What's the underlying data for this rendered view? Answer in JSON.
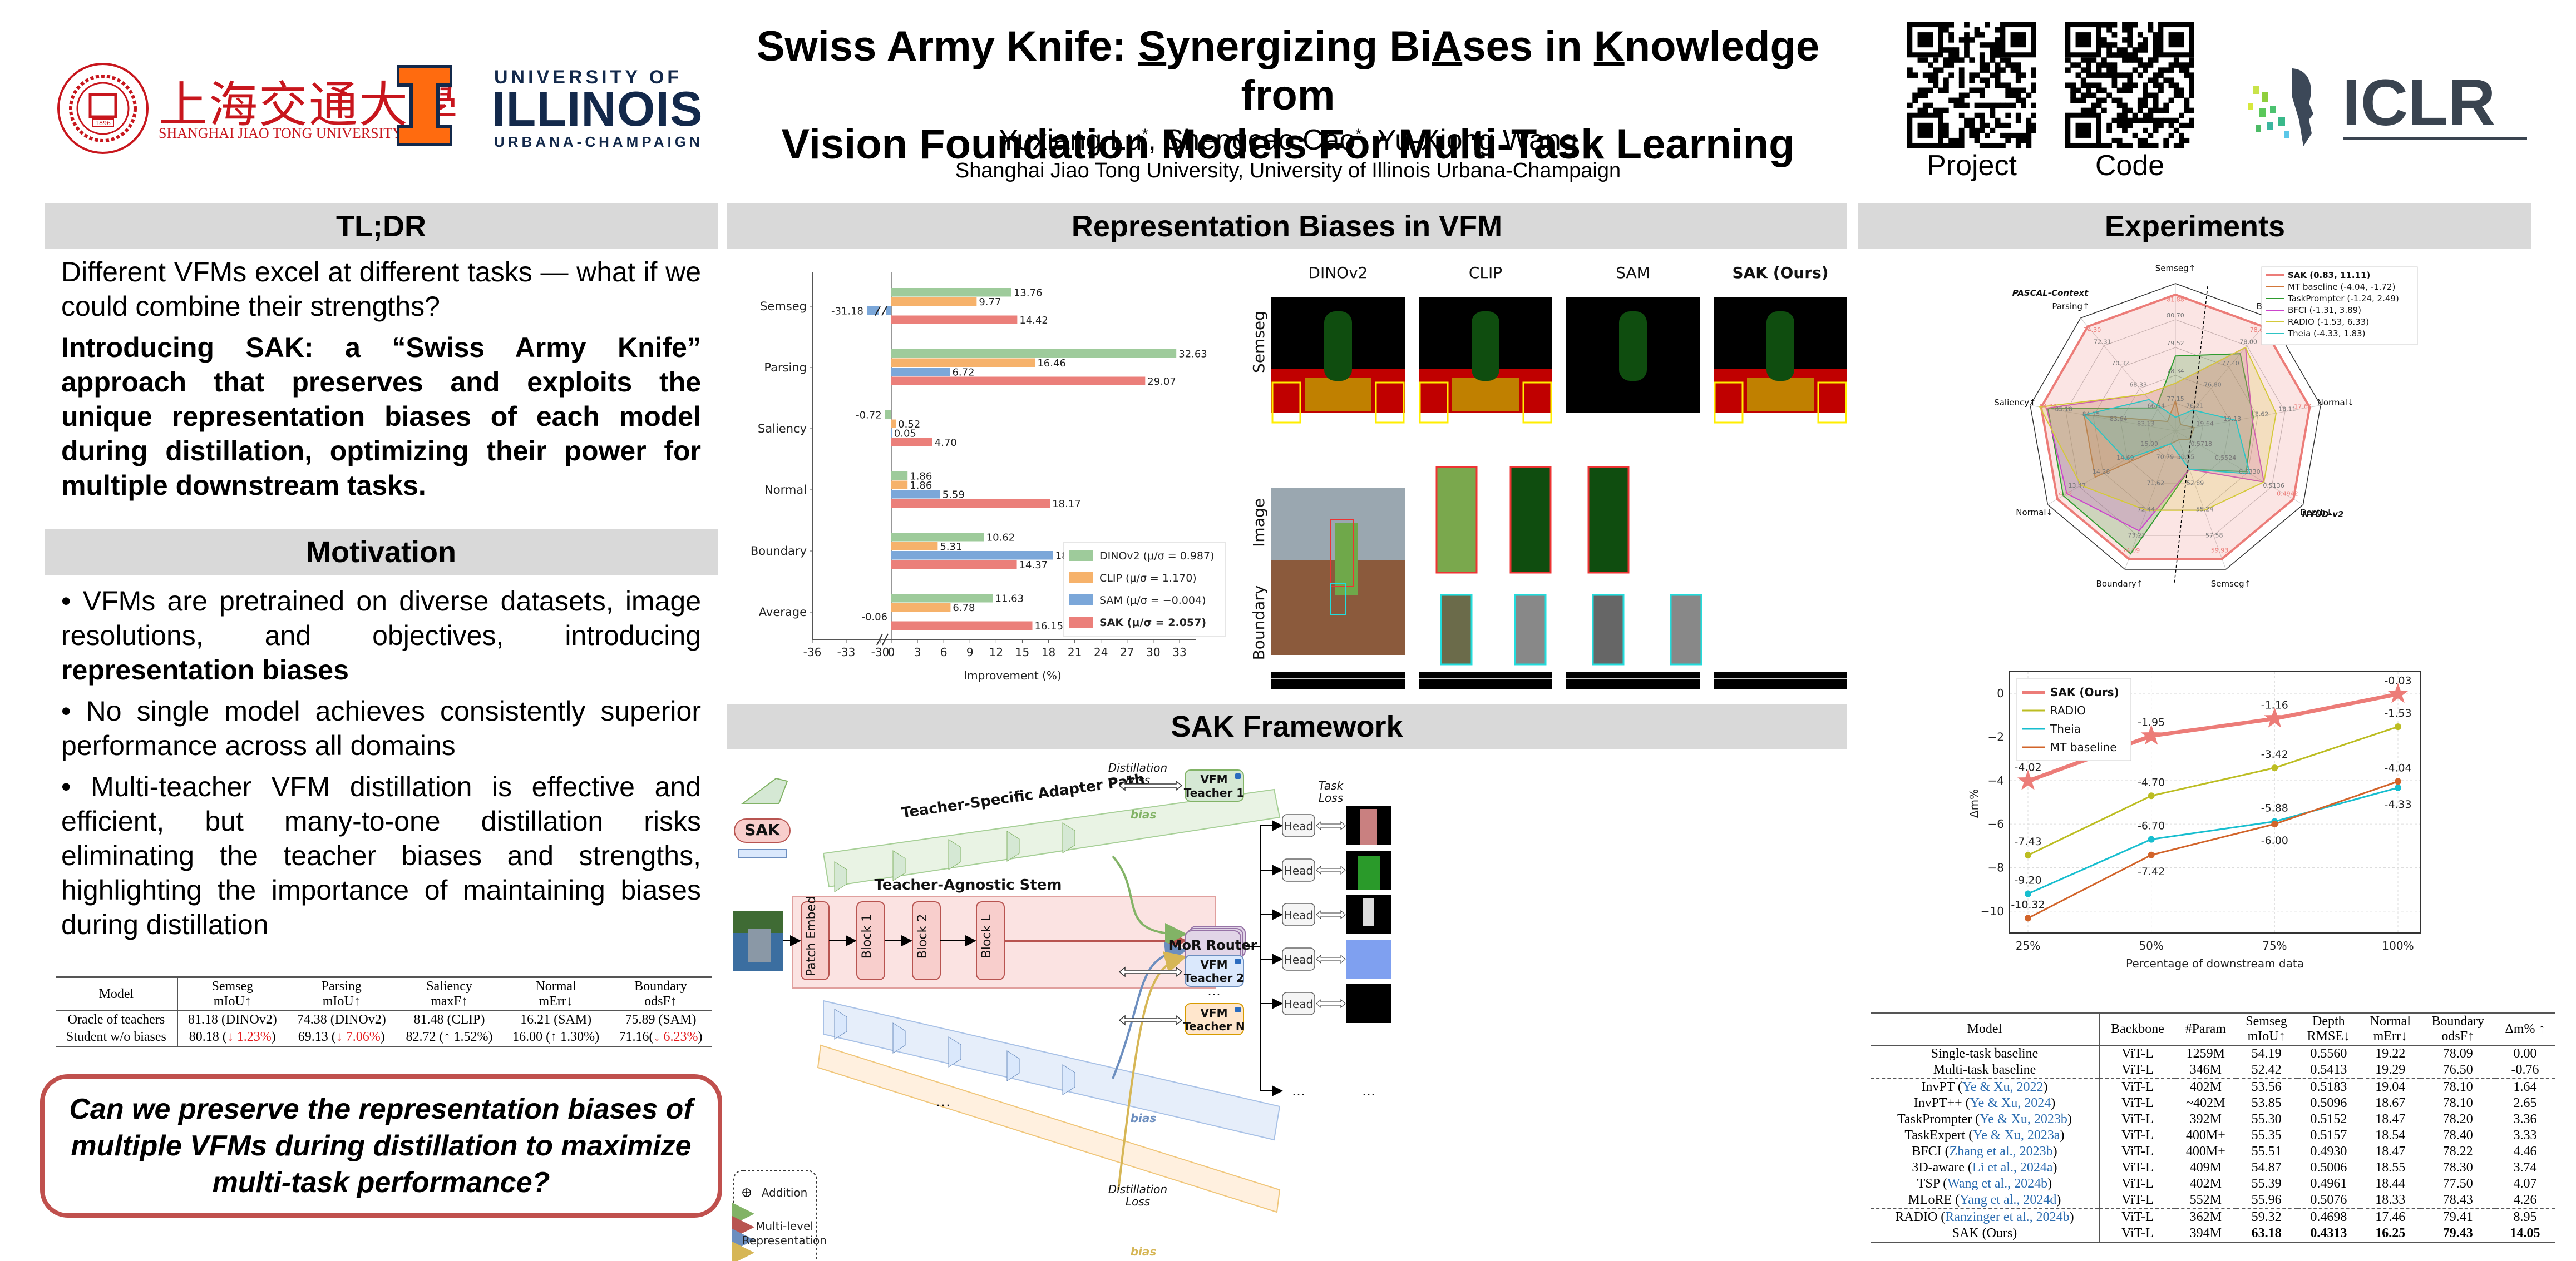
{
  "header": {
    "title_line1_parts": [
      "Swiss Army Knife: ",
      "S",
      "ynergizing Bi",
      "A",
      "ses in ",
      "K",
      "nowledge from"
    ],
    "title_line2": "Vision Foundation Models For Multi-Task Learning",
    "authors": [
      {
        "name": "Yuxiang Lu",
        "mark": "*"
      },
      {
        "name": "Shengcao Cao",
        "mark": "*"
      },
      {
        "name": "Yu-Xiong Wang",
        "mark": ""
      }
    ],
    "affiliation": "Shanghai Jiao Tong University, University of Illinois Urbana-Champaign",
    "sjtu_logo_text": "上海交通大學",
    "sjtu_logo_en": "SHANGHAI JIAO TONG UNIVERSITY",
    "sjtu_seal_year": "1896",
    "illinois_top": "UNIVERSITY OF",
    "illinois_mid": "ILLINOIS",
    "illinois_bottom": "URBANA-CHAMPAIGN",
    "illinois_letter": "I",
    "qr_project_label": "Project",
    "qr_code_label": "Code",
    "iclr_text": "ICLR"
  },
  "tldr": {
    "heading": "TL;DR",
    "para1": "Different VFMs excel at different tasks — what if we could combine their strengths?",
    "para2": "Introducing SAK: a “Swiss Army Knife” approach that preserves and exploits the unique representation biases of each model during distillation, optimizing their power for multiple downstream tasks."
  },
  "motivation": {
    "heading": "Motivation",
    "bullets": [
      {
        "text": "VFMs are pretrained on diverse datasets, image resolutions, and objectives, introducing ",
        "bold": "representation biases"
      },
      {
        "text": "No single model achieves consistently superior performance across all domains",
        "bold": ""
      },
      {
        "text": "Multi-teacher VFM distillation is effective and efficient, but many-to-one distillation risks eliminating the teacher biases and strengths, highlighting the importance of maintaining biases during distillation",
        "bold": ""
      }
    ],
    "table": {
      "headers": [
        [
          "Model",
          ""
        ],
        [
          "Semseg",
          "mIoU↑"
        ],
        [
          "Parsing",
          "mIoU↑"
        ],
        [
          "Saliency",
          "maxF↑"
        ],
        [
          "Normal",
          "mErr↓"
        ],
        [
          "Boundary",
          "odsF↑"
        ]
      ],
      "rows": [
        {
          "label": "Oracle of teachers",
          "cells": [
            {
              "v": "81.18 (DINOv2)",
              "d": ""
            },
            {
              "v": "74.38 (DINOv2)",
              "d": ""
            },
            {
              "v": "81.48 (CLIP)",
              "d": ""
            },
            {
              "v": "16.21 (SAM)",
              "d": ""
            },
            {
              "v": "75.89 (SAM)",
              "d": ""
            }
          ]
        },
        {
          "label": "Student w/o biases",
          "cells": [
            {
              "v": "80.18 (",
              "d": "↓ 1.23%",
              "e": ")",
              "neg": true
            },
            {
              "v": "69.13 (",
              "d": "↓ 7.06%",
              "e": ")",
              "neg": true
            },
            {
              "v": "82.72 (",
              "d": "↑ 1.52%",
              "e": ")",
              "neg": false
            },
            {
              "v": "16.00 (",
              "d": "↑ 1.30%",
              "e": ")",
              "neg": false
            },
            {
              "v": "71.16(",
              "d": "↓ 6.23%",
              "e": ")",
              "neg": true
            }
          ]
        }
      ]
    },
    "question": "Can we preserve the representation biases of multiple VFMs during distillation to maximize multi-task performance?"
  },
  "biases": {
    "heading": "Representation Biases in VFM",
    "grid_columns": [
      "DINOv2",
      "CLIP",
      "SAM",
      "SAK (Ours)"
    ],
    "grid_rows": [
      "Semseg",
      "Image",
      "Boundary"
    ]
  },
  "framework": {
    "heading": "SAK Framework",
    "sak_label": "SAK",
    "adapter_path_label": "Teacher-Specific Adapter Path",
    "stem_label": "Teacher-Agnostic Stem",
    "stem_blocks": [
      "Patch Embed",
      "Block 1",
      "Block 2",
      "Block L"
    ],
    "router": "MoR Router",
    "teachers": [
      "VFM Teacher 1",
      "VFM Teacher 2",
      "VFM Teacher N"
    ],
    "distill_loss": "Distillation Loss",
    "task_loss": "Task Loss",
    "bias": "bias",
    "head": "Head",
    "ellipsis": "…",
    "legend_addition": "Addition",
    "legend_multilevel": "Multi-level Representation",
    "colors": {
      "green": "#82b366",
      "red": "#b85450",
      "blue": "#6c8ebf",
      "yellow": "#d6b656"
    }
  },
  "experiments": {
    "heading": "Experiments",
    "table": {
      "headers": [
        [
          "Model"
        ],
        [
          "Backbone"
        ],
        [
          "#Param"
        ],
        [
          "Semseg",
          "mIoU↑"
        ],
        [
          "Depth",
          "RMSE↓"
        ],
        [
          "Normal",
          "mErr↓"
        ],
        [
          "Boundary",
          "odsF↑"
        ],
        [
          "Δm% ↑"
        ]
      ],
      "groups": [
        [
          {
            "model": "Single-task baseline",
            "cite": "",
            "bb": "ViT-L",
            "p": "1259M",
            "v": [
              "54.19",
              "0.5560",
              "19.22",
              "78.09",
              "0.00"
            ],
            "bold": false
          },
          {
            "model": "Multi-task baseline",
            "cite": "",
            "bb": "ViT-L",
            "p": "346M",
            "v": [
              "52.42",
              "0.5413",
              "19.29",
              "76.50",
              "-0.76"
            ],
            "bold": false
          }
        ],
        [
          {
            "model": "InvPT",
            "cite": "Ye & Xu, 2022",
            "bb": "ViT-L",
            "p": "402M",
            "v": [
              "53.56",
              "0.5183",
              "19.04",
              "78.10",
              "1.64"
            ],
            "bold": false
          },
          {
            "model": "InvPT++",
            "cite": "Ye & Xu, 2024",
            "bb": "ViT-L",
            "p": "~402M",
            "v": [
              "53.85",
              "0.5096",
              "18.67",
              "78.10",
              "2.65"
            ],
            "bold": false
          },
          {
            "model": "TaskPrompter",
            "cite": "Ye & Xu, 2023b",
            "bb": "ViT-L",
            "p": "392M",
            "v": [
              "55.30",
              "0.5152",
              "18.47",
              "78.20",
              "3.36"
            ],
            "bold": false
          },
          {
            "model": "TaskExpert",
            "cite": "Ye & Xu, 2023a",
            "bb": "ViT-L",
            "p": "400M+",
            "v": [
              "55.35",
              "0.5157",
              "18.54",
              "78.40",
              "3.33"
            ],
            "bold": false
          },
          {
            "model": "BFCI",
            "cite": "Zhang et al., 2023b",
            "bb": "ViT-L",
            "p": "400M+",
            "v": [
              "55.51",
              "0.4930",
              "18.47",
              "78.22",
              "4.46"
            ],
            "bold": false
          },
          {
            "model": "3D-aware",
            "cite": "Li et al., 2024a",
            "bb": "ViT-L",
            "p": "409M",
            "v": [
              "54.87",
              "0.5006",
              "18.55",
              "78.30",
              "3.74"
            ],
            "bold": false
          },
          {
            "model": "TSP",
            "cite": "Wang et al., 2024b",
            "bb": "ViT-L",
            "p": "402M",
            "v": [
              "55.39",
              "0.4961",
              "18.44",
              "77.50",
              "4.07"
            ],
            "bold": false
          },
          {
            "model": "MLoRE",
            "cite": "Yang et al., 2024d",
            "bb": "ViT-L",
            "p": "552M",
            "v": [
              "55.96",
              "0.5076",
              "18.33",
              "78.43",
              "4.26"
            ],
            "bold": false
          }
        ],
        [
          {
            "model": "RADIO",
            "cite": "Ranzinger et al., 2024b",
            "bb": "ViT-L",
            "p": "362M",
            "v": [
              "59.32",
              "0.4698",
              "17.46",
              "79.41",
              "8.95"
            ],
            "bold": false
          },
          {
            "model": "SAK (Ours)",
            "cite": "",
            "bb": "ViT-L",
            "p": "394M",
            "v": [
              "63.18",
              "0.4313",
              "16.25",
              "79.43",
              "14.05"
            ],
            "bold": true
          }
        ]
      ]
    }
  },
  "chart_data": [
    {
      "type": "bar",
      "orientation": "horizontal",
      "title": "",
      "xlabel": "Improvement (%)",
      "ylabel": "",
      "categories": [
        "Semseg",
        "Parsing",
        "Saliency",
        "Normal",
        "Boundary",
        "Average"
      ],
      "xlim": [
        -36,
        34
      ],
      "x_axis_break": [
        -30,
        0
      ],
      "xticks": [
        -36,
        -33,
        -30,
        0,
        3,
        6,
        9,
        12,
        15,
        18,
        21,
        24,
        27,
        30,
        33
      ],
      "legend_position": "bottom-right",
      "series": [
        {
          "name": "DINOv2",
          "legend": "DINOv2 (μ/σ = 0.987)",
          "color": "#9ecb9b",
          "values": [
            13.76,
            32.63,
            -0.72,
            1.86,
            10.62,
            11.63
          ]
        },
        {
          "name": "CLIP",
          "legend": "CLIP (μ/σ = 1.170)",
          "color": "#f6b26b",
          "values": [
            9.77,
            16.46,
            0.52,
            1.86,
            5.31,
            6.78
          ]
        },
        {
          "name": "SAM",
          "legend": "SAM (μ/σ = −0.004)",
          "color": "#7ba7d9",
          "values": [
            -31.18,
            6.72,
            0.05,
            5.59,
            18.52,
            -0.06
          ]
        },
        {
          "name": "SAK",
          "legend": "SAK (μ/σ = 2.057)",
          "color": "#eb7f7a",
          "values": [
            14.42,
            29.07,
            4.7,
            18.17,
            14.37,
            16.15
          ]
        }
      ]
    },
    {
      "type": "radar",
      "title": "",
      "dataset_labels": [
        "PASCAL-Context",
        "NYUD-v2"
      ],
      "axes": [
        "Semseg↑",
        "Boundary↑",
        "Normal↓",
        "Depth↓",
        "Semseg↑",
        "Boundary↑",
        "Normal↓",
        "Saliency↑",
        "Parsing↑"
      ],
      "axis_outer_values": [
        "81.88",
        "78.60",
        "17.60",
        "0.4942",
        "59.93",
        "74.09",
        "14.02",
        "84.79",
        "74.30"
      ],
      "ring_labels": [
        [
          "77.15",
          "78.34",
          "79.52",
          "80.70"
        ],
        [
          "76.21",
          "76.80",
          "77.40",
          "78.00"
        ],
        [
          "19.64",
          "19.13",
          "18.62",
          "18.11"
        ],
        [
          "0.5718",
          "0.5524",
          "0.5330",
          "0.5136"
        ],
        [
          "50.55",
          "52.89",
          "55.24",
          "57.58"
        ],
        [
          "70.79",
          "71.62",
          "72.44",
          "73.27"
        ],
        [
          "15.09",
          "14.69",
          "14.28",
          "13.47"
        ],
        [
          "83.13",
          "83.64",
          "84.15",
          "85.18"
        ],
        [
          "66.34",
          "68.33",
          "70.32",
          "72.31"
        ]
      ],
      "legend_position": "top-right",
      "series": [
        {
          "name": "SAK",
          "legend": "SAK (0.83, 11.11)",
          "color": "#ec7c78",
          "values": [
            1.0,
            1.0,
            1.0,
            1.0,
            1.0,
            1.0,
            1.0,
            1.0,
            1.0
          ]
        },
        {
          "name": "MT baseline",
          "legend": "MT baseline (-4.04, -1.72)",
          "color": "#d2773a",
          "values": [
            0.22,
            0.06,
            0.14,
            0.12,
            0.07,
            0.1,
            0.68,
            0.68,
            0.09
          ]
        },
        {
          "name": "TaskPrompter",
          "legend": "TaskPrompter (-1.24, 2.49)",
          "color": "#2e9b2e",
          "values": [
            0.55,
            0.74,
            0.58,
            0.6,
            0.3,
            0.96,
            0.95,
            0.95,
            0.22
          ]
        },
        {
          "name": "BFCI",
          "legend": "BFCI (-1.31, 3.89)",
          "color": "#cc44cc",
          "values": [
            0.35,
            0.8,
            0.57,
            0.75,
            0.3,
            0.78,
            0.92,
            0.96,
            0.35
          ]
        },
        {
          "name": "RADIO",
          "legend": "RADIO (-1.53, 6.33)",
          "color": "#d4c93a",
          "values": [
            0.35,
            0.8,
            0.75,
            0.75,
            0.62,
            0.62,
            0.8,
            1.01,
            0.35
          ]
        },
        {
          "name": "Theia",
          "legend": "Theia (-4.33, 1.83)",
          "color": "#2ec4c4",
          "values": [
            0.1,
            0.2,
            0.45,
            0.63,
            0.3,
            0.1,
            0.42,
            0.68,
            0.3
          ]
        }
      ]
    },
    {
      "type": "line",
      "title": "",
      "xlabel": "Percentage of downstream data",
      "ylabel": "Δm%",
      "x": [
        "25%",
        "50%",
        "75%",
        "100%"
      ],
      "ylim": [
        -11,
        1
      ],
      "yticks": [
        0,
        -2,
        -4,
        -6,
        -8,
        -10
      ],
      "grid": true,
      "legend_position": "top-left",
      "series": [
        {
          "name": "SAK (Ours)",
          "color": "#ec7c78",
          "marker": "star",
          "values": [
            -4.02,
            -1.95,
            -1.16,
            -0.03
          ]
        },
        {
          "name": "RADIO",
          "color": "#bcbd22",
          "marker": "circle",
          "values": [
            -7.43,
            -4.7,
            -3.42,
            -1.53
          ]
        },
        {
          "name": "Theia",
          "color": "#17becf",
          "marker": "circle",
          "values": [
            -9.2,
            -6.7,
            -5.88,
            -4.33
          ]
        },
        {
          "name": "MT baseline",
          "color": "#d2642a",
          "marker": "circle",
          "values": [
            -10.32,
            -7.42,
            -6.0,
            -4.04
          ]
        }
      ]
    }
  ]
}
